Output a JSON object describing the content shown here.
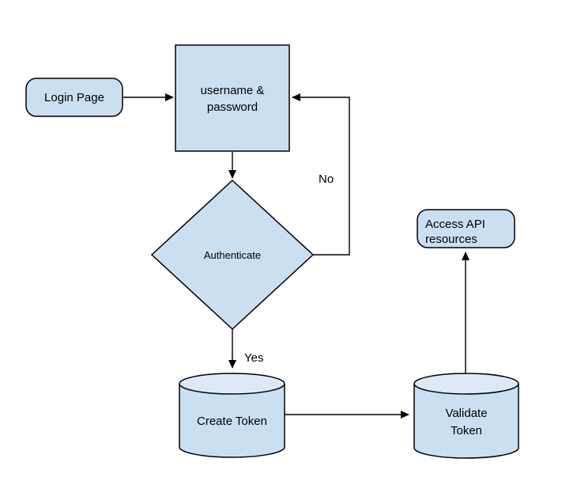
{
  "flowchart": {
    "colors": {
      "background": "#ffffff",
      "node_fill": "#cbdff2",
      "cylinder_top_fill": "#dde9f6",
      "stroke": "#000000"
    },
    "nodes": {
      "login_page": {
        "label": "Login Page"
      },
      "credentials": {
        "lines": [
          "username &",
          "password"
        ]
      },
      "authenticate": {
        "label": "Authenticate"
      },
      "create_token": {
        "label": "Create Token"
      },
      "validate_token": {
        "lines": [
          "Validate",
          "Token"
        ]
      },
      "access_api": {
        "lines": [
          "Access API",
          "resources"
        ]
      }
    },
    "edge_labels": {
      "no": "No",
      "yes": "Yes"
    }
  }
}
